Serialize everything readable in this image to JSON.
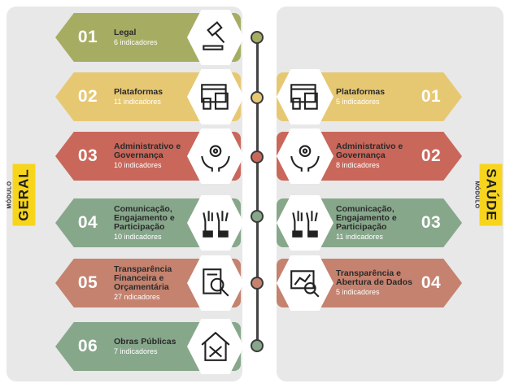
{
  "colors": {
    "olive": "#a6ad62",
    "yellow": "#e7c872",
    "red": "#c9675b",
    "green": "#87a78b",
    "brown": "#c4826f",
    "panel": "#e8e8e8",
    "label_bg": "#f7d51d"
  },
  "modules": {
    "geral": {
      "prefix": "MÓDULO",
      "name": "GERAL"
    },
    "saude": {
      "prefix": "MÓDULO",
      "name": "SAÚDE"
    }
  },
  "left_items": [
    {
      "num": "01",
      "title": "Legal",
      "subtitle": "6 indicadores",
      "icon": "gavel-icon"
    },
    {
      "num": "02",
      "title": "Plataformas",
      "subtitle": "11 indicadores",
      "icon": "devices-icon"
    },
    {
      "num": "03",
      "title": "Administrativo e Governança",
      "subtitle": "10 indicadores",
      "icon": "hands-gear-icon"
    },
    {
      "num": "04",
      "title": "Comunicação, Engajamento e Participação",
      "subtitle": "10 indicadores",
      "icon": "raised-hands-icon"
    },
    {
      "num": "05",
      "title": "Transparência Financeira e Orçamentária",
      "subtitle": "27 ndicadores",
      "icon": "document-magnifier-icon"
    },
    {
      "num": "06",
      "title": "Obras Públicas",
      "subtitle": "7 indicadores",
      "icon": "house-tools-icon"
    }
  ],
  "right_items": [
    {
      "num": "01",
      "title": "Plataformas",
      "subtitle": "5 indicadores",
      "icon": "devices-icon"
    },
    {
      "num": "02",
      "title": "Administrativo e Governança",
      "subtitle": "8 indicadores",
      "icon": "hands-gear-icon"
    },
    {
      "num": "03",
      "title": "Comunicação, Engajamento e Participação",
      "subtitle": "11 indicadores",
      "icon": "raised-hands-icon"
    },
    {
      "num": "04",
      "title": "Transparência e Abertura de Dados",
      "subtitle": "5 indicadores",
      "icon": "chart-magnifier-icon"
    }
  ]
}
